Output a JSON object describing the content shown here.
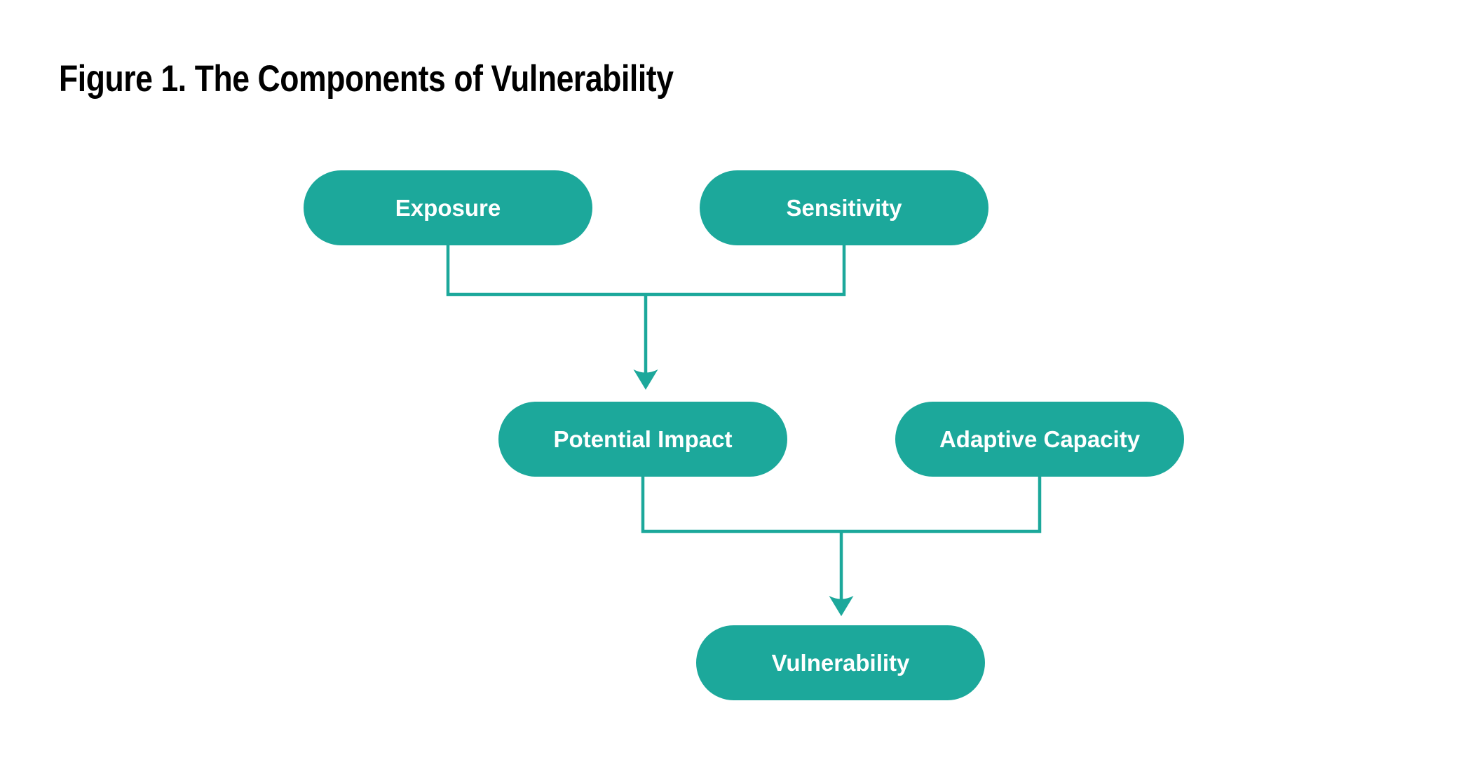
{
  "figure": {
    "title": "Figure 1. The Components of Vulnerability"
  },
  "colors": {
    "accent_teal": "#1CA89B",
    "node_text": "#FFFFFF",
    "title": "#000000",
    "background": "#FFFFFF"
  },
  "diagram": {
    "type": "flowchart",
    "direction": "top-down",
    "nodes": [
      {
        "id": "exposure",
        "label": "Exposure",
        "row": 1
      },
      {
        "id": "sensitivity",
        "label": "Sensitivity",
        "row": 1
      },
      {
        "id": "potential-impact",
        "label": "Potential Impact",
        "row": 2
      },
      {
        "id": "adaptive-capacity",
        "label": "Adaptive Capacity",
        "row": 2
      },
      {
        "id": "vulnerability",
        "label": "Vulnerability",
        "row": 3
      }
    ],
    "edges": [
      {
        "from": [
          "exposure",
          "sensitivity"
        ],
        "to": "potential-impact",
        "style": "merged-bracket-arrow"
      },
      {
        "from": [
          "potential-impact",
          "adaptive-capacity"
        ],
        "to": "vulnerability",
        "style": "merged-bracket-arrow"
      }
    ]
  }
}
